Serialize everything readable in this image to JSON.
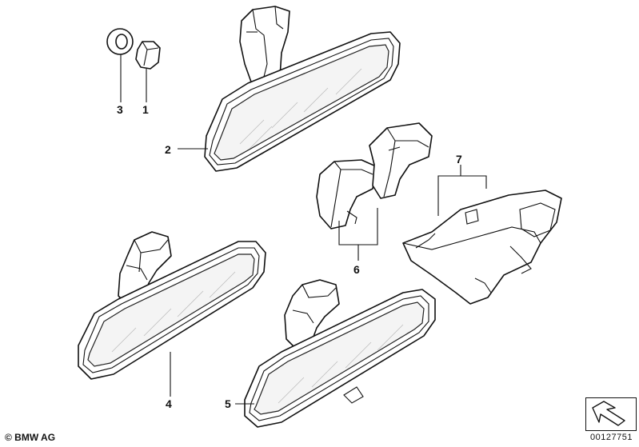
{
  "callouts": {
    "c1": "1",
    "c2": "2",
    "c3": "3",
    "c4": "4",
    "c5": "5",
    "c6": "6",
    "c7": "7"
  },
  "footer": {
    "brand": "© BMW AG",
    "doc_number": "00127751"
  },
  "icons": {
    "nav": "arrow-corner-icon"
  }
}
